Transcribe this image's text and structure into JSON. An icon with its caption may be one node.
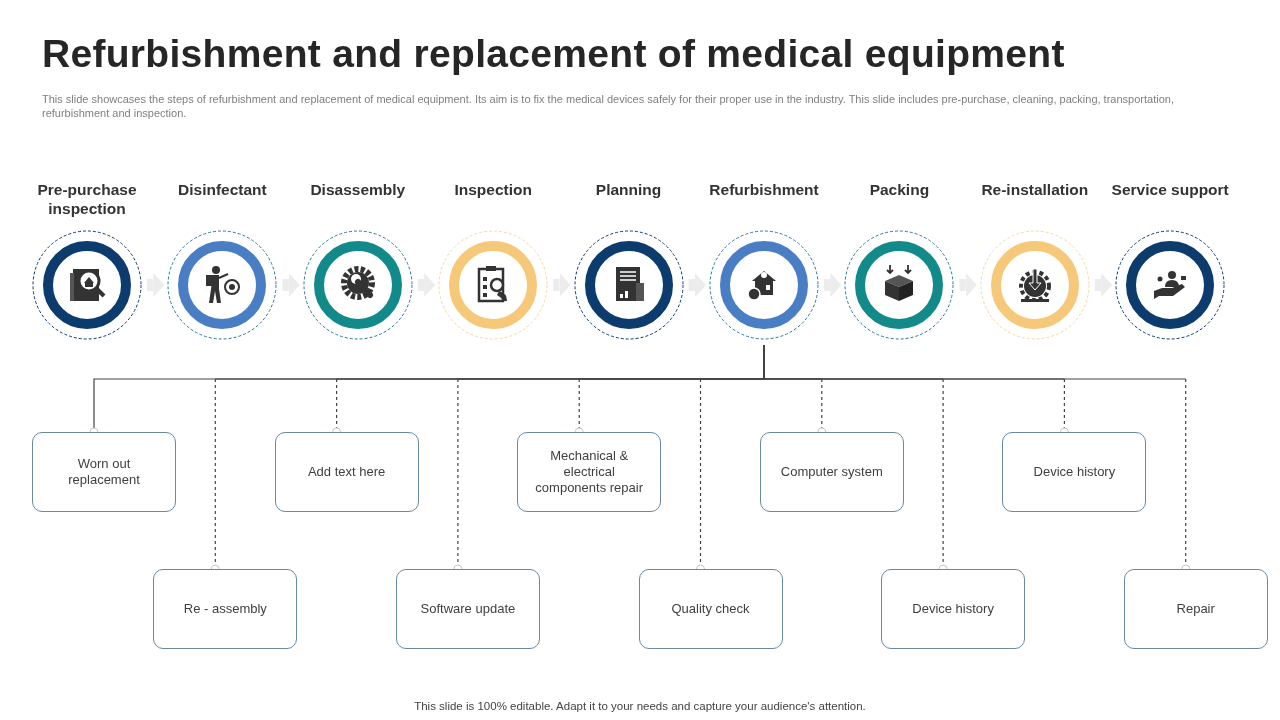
{
  "diagram": {
    "title": "Refurbishment and replacement of medical equipment",
    "nodes": [
      {
        "text": [
          "Pre-purchase inspection"
        ]
      },
      {
        "text": [
          "Disinfectant"
        ]
      },
      {
        "text": [
          "Disassembly"
        ]
      },
      {
        "text": [
          "Inspection"
        ]
      },
      {
        "text": [
          "Planning"
        ]
      },
      {
        "text": [
          "Refurbishment"
        ]
      },
      {
        "text": [
          "Packing"
        ]
      },
      {
        "text": [
          "Re-installation"
        ]
      },
      {
        "text": [
          "Service support"
        ]
      },
      {
        "text": [
          "Worn out replacement"
        ]
      },
      {
        "text": [
          "Re - assembly"
        ]
      },
      {
        "text": [
          "Add text here"
        ]
      },
      {
        "text": [
          "Software update"
        ]
      },
      {
        "text": [
          "Mechanical & electrical components repair"
        ]
      },
      {
        "text": [
          "Quality check"
        ]
      },
      {
        "text": [
          "Computer system"
        ]
      },
      {
        "text": [
          "Device history"
        ]
      },
      {
        "text": [
          "Device history"
        ]
      },
      {
        "text": [
          "Repair"
        ]
      }
    ],
    "edges": [
      {
        "from": 0,
        "to": 1,
        "arrow": "to",
        "style": "thick",
        "color": "#ececec"
      },
      {
        "from": 1,
        "to": 2,
        "arrow": "to",
        "style": "thick",
        "color": "#ececec"
      },
      {
        "from": 2,
        "to": 3,
        "arrow": "to",
        "style": "thick",
        "color": "#ececec"
      },
      {
        "from": 3,
        "to": 4,
        "arrow": "to",
        "style": "thick",
        "color": "#ececec"
      },
      {
        "from": 4,
        "to": 5,
        "arrow": "to",
        "style": "thick",
        "color": "#ececec"
      },
      {
        "from": 5,
        "to": 6,
        "arrow": "to",
        "style": "thick",
        "color": "#ececec"
      },
      {
        "from": 6,
        "to": 7,
        "arrow": "to",
        "style": "thick",
        "color": "#ececec"
      },
      {
        "from": 7,
        "to": 8,
        "arrow": "to",
        "style": "thick",
        "color": "#ececec"
      },
      {
        "from": 5,
        "to": 9,
        "arrow": "other"
      },
      {
        "from": 5,
        "to": 10,
        "arrow": "other",
        "style": "dashed"
      },
      {
        "from": 5,
        "to": 11,
        "arrow": "other",
        "style": "dashed"
      },
      {
        "from": 5,
        "to": 12,
        "arrow": "other",
        "style": "dashed"
      },
      {
        "from": 5,
        "to": 13,
        "arrow": "other",
        "style": "dashed"
      },
      {
        "from": 5,
        "to": 14,
        "arrow": "other",
        "style": "dashed"
      },
      {
        "from": 5,
        "to": 15,
        "arrow": "other",
        "style": "dashed"
      },
      {
        "from": 5,
        "to": 16,
        "arrow": "other",
        "style": "dashed"
      },
      {
        "from": 5,
        "to": 17,
        "arrow": "other",
        "style": "dashed"
      },
      {
        "from": 5,
        "to": 18,
        "arrow": "other",
        "style": "dashed"
      }
    ],
    "labels": [
      "This slide showcases the steps of refurbishment and replacement of medical equipment. Its aim is to fix the medical devices safely for their proper use in the industry. This slide includes pre-purchase, cleaning, packing, transportation, refurbishment and inspection.",
      "This slide is 100% editable. Adapt it to your needs and capture your audience's attention."
    ]
  }
}
